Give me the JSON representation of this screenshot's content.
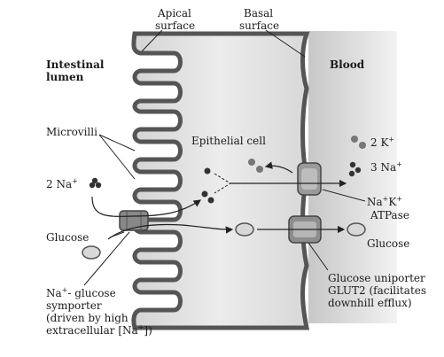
{
  "labels": {
    "apical_line1": "Apical",
    "apical_line2": "surface",
    "basal_line1": "Basal",
    "basal_line2": "surface",
    "intestinal_line1": "Intestinal",
    "intestinal_line2": "lumen",
    "blood": "Blood",
    "microvilli": "Microvilli",
    "epithelial_cell": "Epithelial cell",
    "two_na": "2 Na",
    "glucose_left": "Glucose",
    "symporter_line1": "Na",
    "symporter_line1_rest": "- glucose",
    "symporter_line2": "symporter",
    "symporter_line3": "(driven by high",
    "symporter_line4_a": "extracellular [Na",
    "symporter_line4_b": "])",
    "two_k": "2 K",
    "three_na": "3 Na",
    "nak_a": "Na",
    "nak_b": "K",
    "atpase": "ATPase",
    "glucose_right": "Glucose",
    "uniporter_line1": "Glucose uniporter",
    "uniporter_line2": "GLUT2 (facilitates",
    "uniporter_line3": "downhill efflux)",
    "plus": "+"
  },
  "colors": {
    "membrane_dark": "#6a6a6a",
    "cell_fill": "#e6e6e6",
    "lumen_fill": "#cfcfcf",
    "ion_dark": "#333333",
    "ion_k": "#777777",
    "glucose_fill": "#d8d8d8"
  }
}
